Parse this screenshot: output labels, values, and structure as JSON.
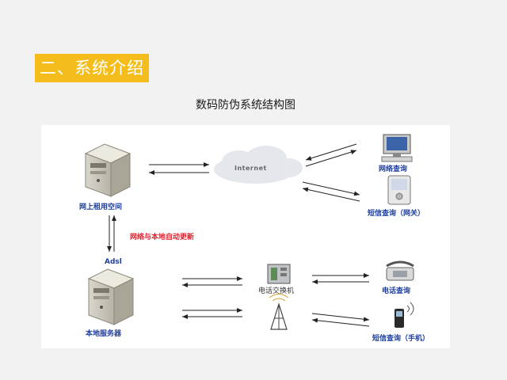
{
  "section": {
    "title": "二、系统介绍"
  },
  "diagram": {
    "title": "数码防伪系统结构图",
    "labels": {
      "online_server": "网上租用空间",
      "internet": "Internet",
      "web_query": "网络查询",
      "sms_gateway": "短信查询（网关）",
      "sync": "网络与本地自动更新",
      "adsl": "Adsl",
      "local_server": "本地服务器",
      "phone_switch": "电话交换机",
      "phone_query": "电话查询",
      "sms_mobile": "短信查询（手机）"
    }
  },
  "colors": {
    "accent": "#f5bd1b",
    "label_blue": "#1f3f9c",
    "label_red": "#e01e2a"
  }
}
